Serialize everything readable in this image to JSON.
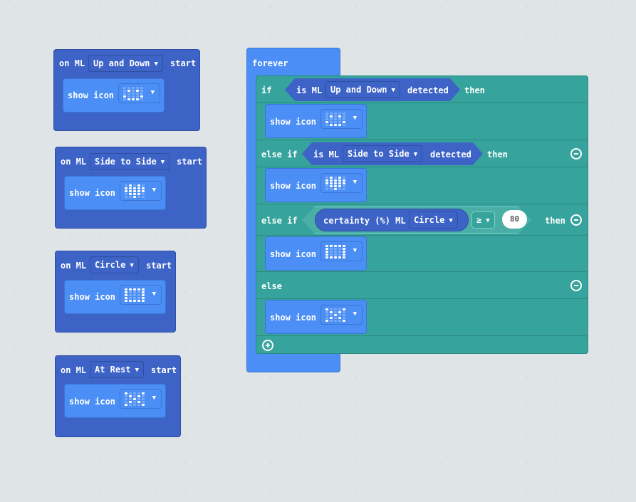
{
  "labels": {
    "on_ml": "on ML",
    "start": "start",
    "show_icon": "show icon",
    "forever": "forever",
    "if": "if",
    "else_if": "else if",
    "else": "else",
    "is_ml": "is ML",
    "detected": "detected",
    "then": "then",
    "certainty": "certainty (%) ML",
    "ml": "ML"
  },
  "events": [
    {
      "gesture": "Up and Down",
      "icon": "happy"
    },
    {
      "gesture": "Side to Side",
      "icon": "heart"
    },
    {
      "gesture": "Circle",
      "icon": "square"
    },
    {
      "gesture": "At Rest",
      "icon": "x"
    }
  ],
  "forever": {
    "if_gesture": "Up and Down",
    "if_icon": "happy",
    "elseif1_gesture": "Side to Side",
    "elseif1_icon": "heart",
    "elseif2_gesture": "Circle",
    "elseif2_operator": "≥",
    "elseif2_value": "80",
    "elseif2_icon": "square",
    "else_icon": "x"
  },
  "icons": {
    "happy": [
      "00000",
      "01010",
      "00000",
      "10001",
      "01110"
    ],
    "heart": [
      "01010",
      "11111",
      "11111",
      "01110",
      "00100"
    ],
    "square": [
      "11111",
      "10001",
      "10001",
      "10001",
      "11111"
    ],
    "x": [
      "10001",
      "01010",
      "00100",
      "01010",
      "10001"
    ]
  },
  "colors": {
    "hat": "#3d63c7",
    "statement": "#4b8ef5",
    "logic": "#36a49c",
    "background": "#ecf0f1"
  }
}
